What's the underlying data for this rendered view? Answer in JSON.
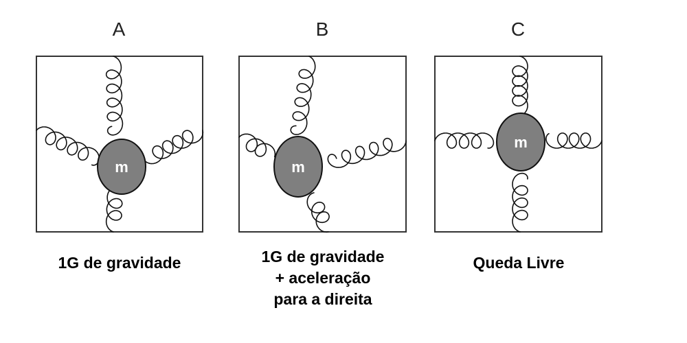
{
  "panels": [
    {
      "letter": "A",
      "mass_label": "m",
      "caption_lines": [
        "1G de gravidade"
      ]
    },
    {
      "letter": "B",
      "mass_label": "m",
      "caption_lines": [
        "1G de gravidade",
        "+ aceleração",
        "para a direita"
      ]
    },
    {
      "letter": "C",
      "mass_label": "m",
      "caption_lines": [
        "Queda Livre"
      ]
    }
  ],
  "colors": {
    "mass_fill": "#7f7f7f",
    "frame_stroke": "#333333"
  }
}
